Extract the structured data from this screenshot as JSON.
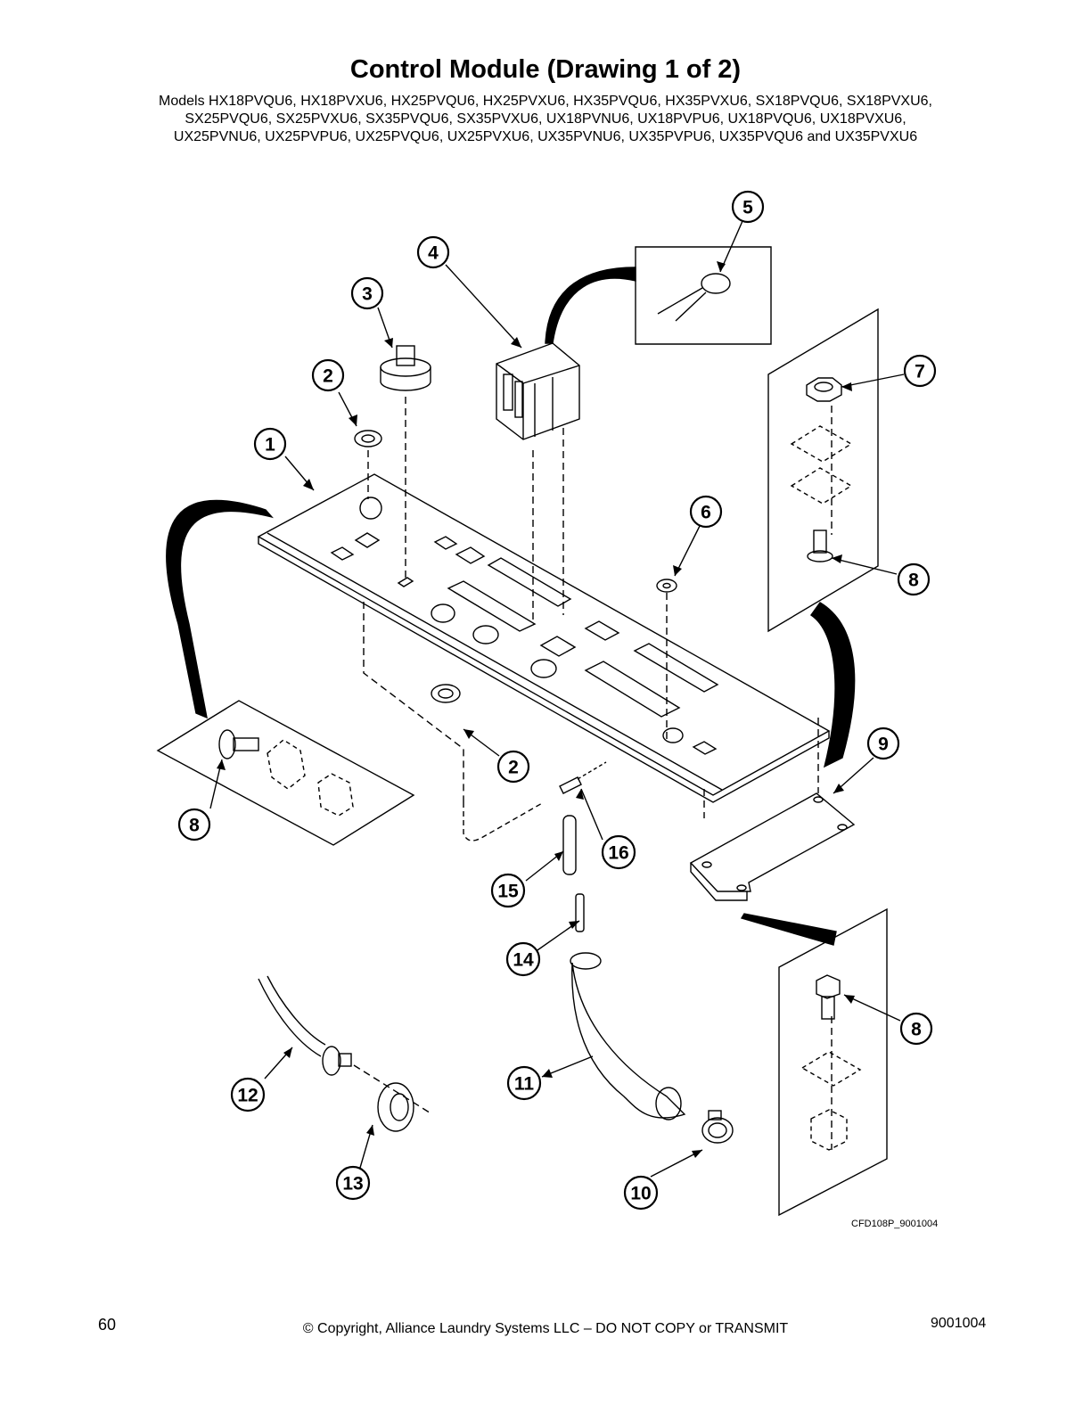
{
  "title": "Control Module (Drawing 1 of 2)",
  "models": [
    "Models HX18PVQU6, HX18PVXU6, HX25PVQU6, HX25PVXU6, HX35PVQU6, HX35PVXU6, SX18PVQU6, SX18PVXU6,",
    "SX25PVQU6, SX25PVXU6, SX35PVQU6, SX35PVXU6, UX18PVNU6, UX18PVPU6, UX18PVQU6, UX18PVXU6,",
    "UX25PVNU6, UX25PVPU6, UX25PVQU6, UX25PVXU6, UX35PVNU6, UX35PVPU6, UX35PVQU6 and UX35PVXU6"
  ],
  "callouts": [
    "1",
    "2",
    "3",
    "4",
    "5",
    "6",
    "7",
    "8",
    "9",
    "10",
    "11",
    "12",
    "13",
    "14",
    "15",
    "16"
  ],
  "drawing_code": "CFD108P_9001004",
  "footer": {
    "page_number": "60",
    "copyright": "© Copyright, Alliance Laundry Systems LLC – DO NOT COPY or TRANSMIT",
    "doc_number": "9001004"
  }
}
